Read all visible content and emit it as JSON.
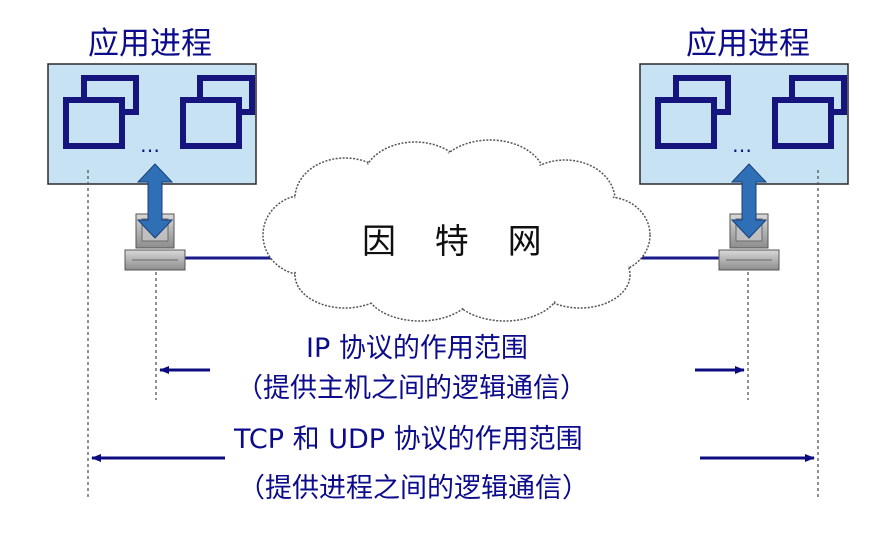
{
  "left_host": {
    "title": "应用进程",
    "ellipsis": "…"
  },
  "right_host": {
    "title": "应用进程",
    "ellipsis": "…"
  },
  "internet": {
    "label": "因 特 网"
  },
  "ip_scope": {
    "line1": "IP 协议的作用范围",
    "line2": "（提供主机之间的逻辑通信）"
  },
  "transport_scope": {
    "line1": "TCP 和 UDP 协议的作用范围",
    "line2": "（提供进程之间的逻辑通信）"
  },
  "colors": {
    "process_box_fill": "#c7e3f3",
    "process_box_border": "#2a2a2a",
    "window_border": "#15157d",
    "arrow_blue": "#2f6fb5",
    "arrow_navy": "#0c0c80",
    "text_navy": "#0b0b8c"
  }
}
